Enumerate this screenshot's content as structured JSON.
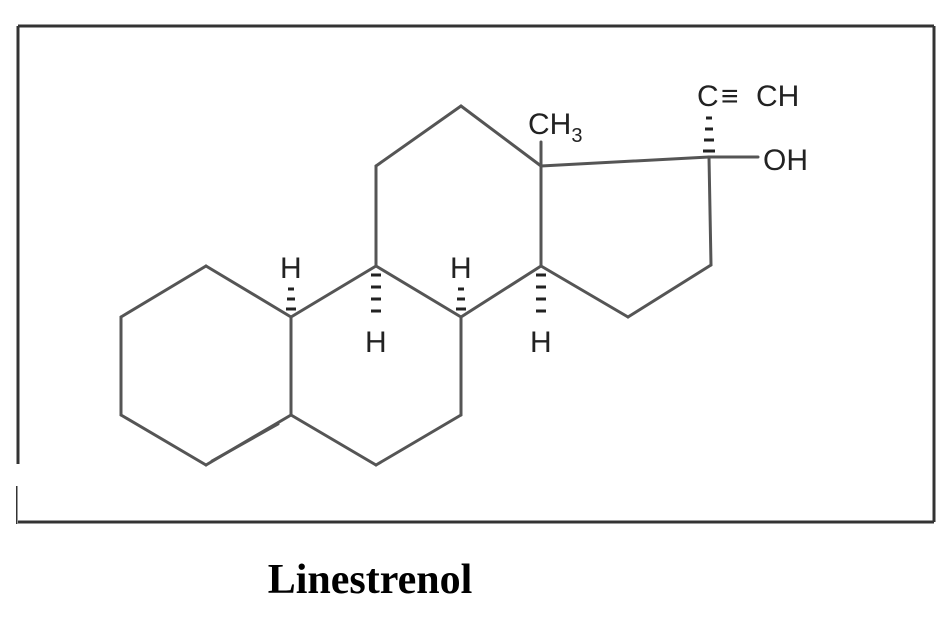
{
  "caption": "Linestrenol",
  "labels": {
    "methyl": "CH",
    "methyl_subscript": "3",
    "hydroxyl": "OH",
    "alkyne_carbon": "C",
    "alkyne_bond": "≡",
    "alkyne_terminal": "CH",
    "hydrogen": "H"
  }
}
